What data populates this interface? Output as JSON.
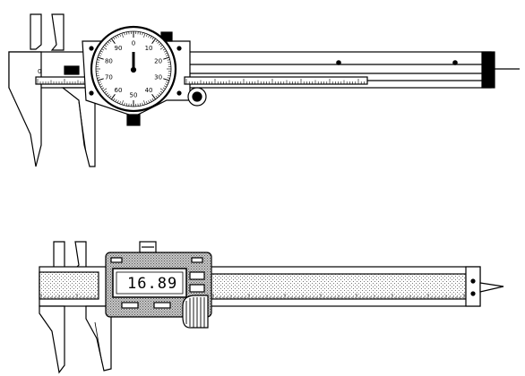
{
  "dial_caliper": {
    "dial_numbers": [
      "0",
      "10",
      "20",
      "30",
      "40",
      "50",
      "60",
      "70",
      "80",
      "90"
    ],
    "scale_zero_label": "0"
  },
  "digital_caliper": {
    "display_reading": "16.89"
  }
}
